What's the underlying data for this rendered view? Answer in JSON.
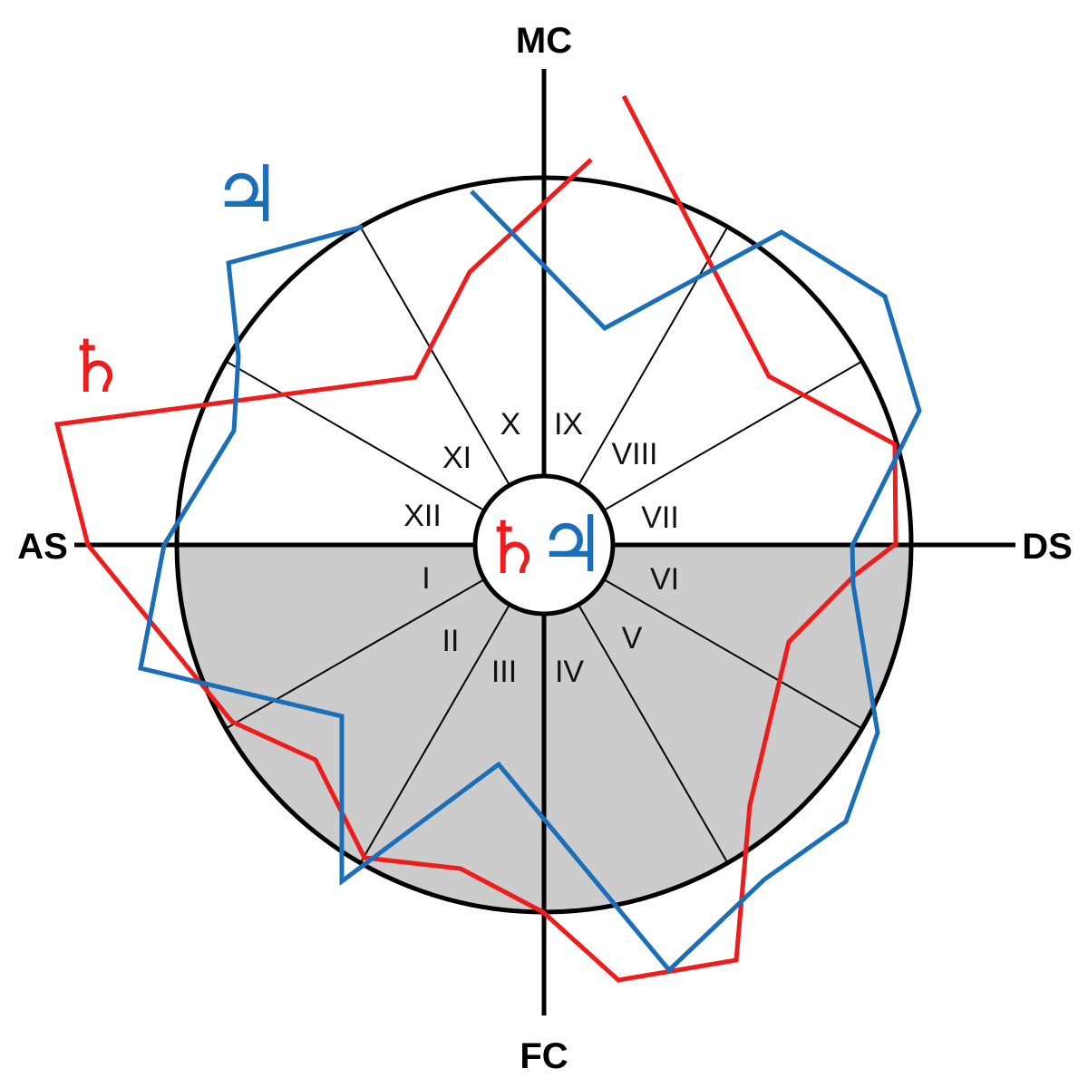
{
  "axes": {
    "top": "MC",
    "bottom": "FC",
    "left": "AS",
    "right": "DS"
  },
  "houses": [
    "I",
    "II",
    "III",
    "IV",
    "V",
    "VI",
    "VII",
    "VIII",
    "IX",
    "X",
    "XI",
    "XII"
  ],
  "planets": {
    "saturn": {
      "symbol": "♄",
      "color": "#ee1c1c"
    },
    "jupiter": {
      "symbol": "♃",
      "color": "#1a6fb8"
    }
  },
  "colors": {
    "lower_half_fill": "#cccccc",
    "lines": "#000000"
  }
}
